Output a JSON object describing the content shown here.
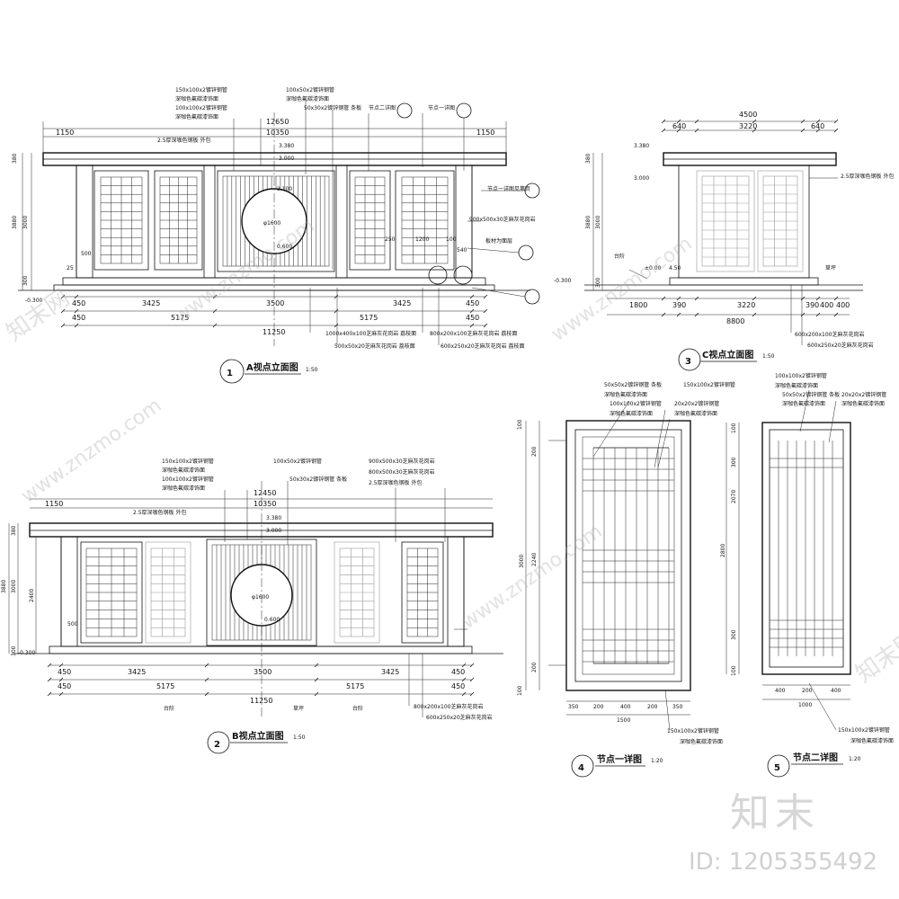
{
  "titles": {
    "a": {
      "num": "1",
      "label": "A视点立面图",
      "scale": "1:50"
    },
    "b": {
      "num": "2",
      "label": "B视点立面图",
      "scale": "1:50"
    },
    "c": {
      "num": "3",
      "label": "C视点立面图",
      "scale": "1:50"
    },
    "d4": {
      "num": "4",
      "label": "节点一详图",
      "scale": "1:20"
    },
    "d5": {
      "num": "5",
      "label": "节点二详图",
      "scale": "1:20"
    }
  },
  "dims_a": {
    "top_left": "1150",
    "top_right": "1150",
    "total_top": "12650",
    "inner_top": "10350",
    "bottom_row1": [
      "450",
      "3425",
      "3500",
      "3425",
      "450"
    ],
    "bottom_row2": [
      "450",
      "5175",
      "5175",
      "450"
    ],
    "total": "11250",
    "left_total": "3880",
    "left_mid": "3000",
    "left_top": "380",
    "left_small": "500",
    "left_base": "300",
    "circle": "φ1600",
    "elev_top": "3.380",
    "elev_mid": "3.000",
    "elev_circle": "0.600",
    "elev_base": "-0.300",
    "mid_250": "250",
    "mid_1200": "1200",
    "mid_100": "100",
    "mid_540": "540",
    "mid_2100": "2.100",
    "mid_25": "25"
  },
  "dims_c": {
    "top_total": "4500",
    "top_row": [
      "640",
      "3220",
      "640"
    ],
    "bottom_row1": [
      "1800",
      "390",
      "3220",
      "390",
      "400",
      "400"
    ],
    "total": "8800",
    "elev_top": "3.380",
    "elev_mid": "3.000",
    "elev_zero": "±0.00",
    "elev_base": "-0.300",
    "elev_450": "4.50",
    "left_total": "3880",
    "left_mid": "3000",
    "left_top": "380",
    "left_base": "300"
  },
  "dims_b": {
    "top_left": "1150",
    "total_top": "12450",
    "inner_top": "10350",
    "bottom_row1": [
      "450",
      "3425",
      "3500",
      "3425",
      "450"
    ],
    "bottom_row2": [
      "450",
      "5175",
      "5175",
      "450"
    ],
    "total": "11250",
    "circle": "φ1600",
    "elev_top": "3.380",
    "elev_mid": "3.000",
    "elev_circle": "0.600",
    "elev_base": "-0.300",
    "left_total": "3880",
    "left_mid": "3000",
    "left_2400": "2400",
    "left_top": "380",
    "left_small": "500",
    "left_base": "300"
  },
  "dims_d4": {
    "left": [
      "100",
      "200",
      "2240",
      "200",
      "100"
    ],
    "height": "3000",
    "bottom_row1": [
      "350",
      "200",
      "400",
      "200",
      "350"
    ],
    "total": "1500"
  },
  "dims_d5": {
    "left": [
      "100",
      "300",
      "2070",
      "300",
      "100"
    ],
    "height": "2800",
    "bottom_row1": [
      "400",
      "200",
      "400"
    ],
    "total": "1000"
  },
  "notes_a": [
    "150x100x2镀锌钢管",
    "深咖色氟碳漆饰面",
    "100x100x2镀锌钢管",
    "深咖色氟碳漆饰面",
    "100x50x2镀锌钢管",
    "深咖色氟碳漆饰面",
    "50x30x2镀锌钢管 条板",
    "节点二详图",
    "节点一详图",
    "2.5厚深咖色钢板 外包",
    "节点一详图见第页",
    "900x500x30芝麻灰花岗岩",
    "板材为面层",
    "1000x400x100芝麻灰花岗岩 荔枝面",
    "500x50x20芝麻灰花岗岩 荔枝面",
    "800x200x100芝麻灰花岗岩 荔枝面",
    "600x250x20芝麻灰花岗岩 荔枝面"
  ],
  "notes_b": [
    "150x100x2镀锌钢管",
    "深咖色氟碳漆饰面",
    "100x100x2镀锌钢管",
    "深咖色氟碳漆饰面",
    "100x50x2镀锌钢管",
    "50x30x2镀锌钢管 条板",
    "900x500x30芝麻灰花岗岩",
    "800x500x30芝麻灰花岗岩",
    "2.5厚深咖色钢板 外包",
    "2.5厚深咖色钢板 外包",
    "800x200x100芝麻灰花岗岩",
    "600x250x20芝麻灰花岗岩",
    "台阶",
    "草坪",
    "台阶"
  ],
  "notes_c": [
    "2.5厚深咖色钢板 外包",
    "600x200x100芝麻灰花岗岩",
    "600x250x20芝麻灰花岗岩",
    "台阶",
    "草坪"
  ],
  "notes_d4": [
    "50x50x2镀锌钢管 条板",
    "深咖色氟碳漆饰面",
    "150x100x2镀锌钢管",
    "100x100x2镀锌钢管",
    "深咖色氟碳漆饰面",
    "20x20x2镀锌钢管",
    "深咖色氟碳漆饰面",
    "150x100x2镀锌钢管",
    "深咖色氟碳漆饰面"
  ],
  "notes_d5": [
    "100x100x2镀锌钢管",
    "深咖色氟碳漆饰面",
    "50x50x2镀锌钢管 条板",
    "深咖色氟碳漆饰面",
    "20x20x2镀锌钢管",
    "深咖色氟碳漆饰面",
    "150x100x2镀锌钢管",
    "深咖色氟碳漆饰面"
  ],
  "watermark": {
    "logo": "知末",
    "id": "ID: 1205355492",
    "site": "www.znzmo.com",
    "brand": "知末网"
  }
}
